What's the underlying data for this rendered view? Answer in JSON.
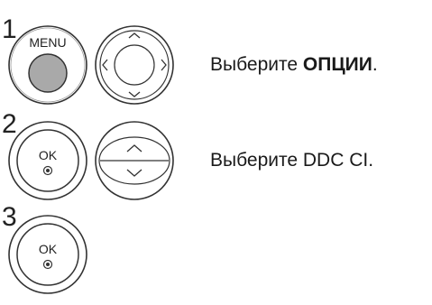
{
  "steps": [
    {
      "number": "1",
      "button_label": "MENU",
      "instruction_prefix": "Выберите ",
      "instruction_bold": "ОПЦИИ",
      "instruction_suffix": "."
    },
    {
      "number": "2",
      "button_label": "OK",
      "instruction_prefix": "Выберите DDC CI.",
      "instruction_bold": "",
      "instruction_suffix": ""
    },
    {
      "number": "3",
      "button_label": "OK"
    }
  ],
  "icons": {
    "menu_button": "menu-button-icon",
    "dpad": "four-way-navigation-icon",
    "ok_button": "ok-button-icon",
    "updown": "up-down-navigation-icon"
  },
  "colors": {
    "menu_button_fill": "#a9a9a9",
    "outline": "#333333"
  }
}
